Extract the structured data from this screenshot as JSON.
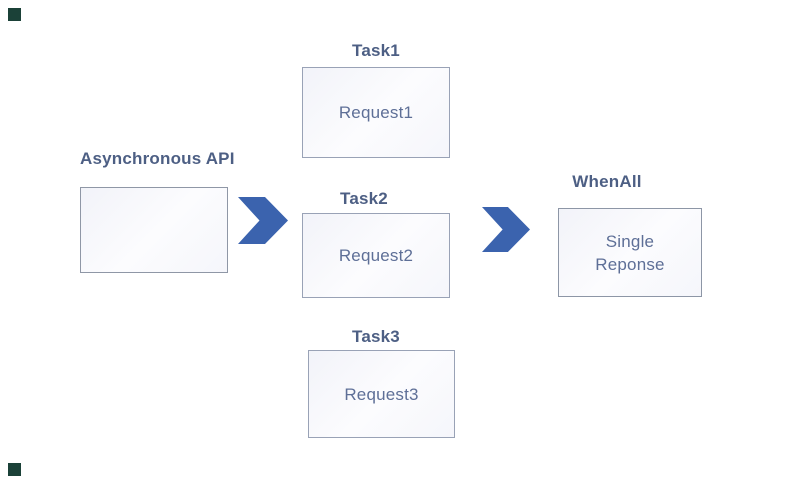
{
  "colors": {
    "background": "#ffffff",
    "arrow_blue": "#3b63ae",
    "label_text": "#4d5f84",
    "box_text": "#5e6f97",
    "box_border": "#99a2b6",
    "corner_marker": "#1b4138"
  },
  "nodes": {
    "async": {
      "label": "Asynchronous API",
      "content": ""
    },
    "task1": {
      "label": "Task1",
      "content": "Request1"
    },
    "task2": {
      "label": "Task2",
      "content": "Request2"
    },
    "task3": {
      "label": "Task3",
      "content": "Request3"
    },
    "whenall": {
      "label": "WhenAll",
      "content": "Single\nReponse"
    }
  },
  "connectors": {
    "arrow1": "chevron-right",
    "arrow2": "chevron-right"
  }
}
